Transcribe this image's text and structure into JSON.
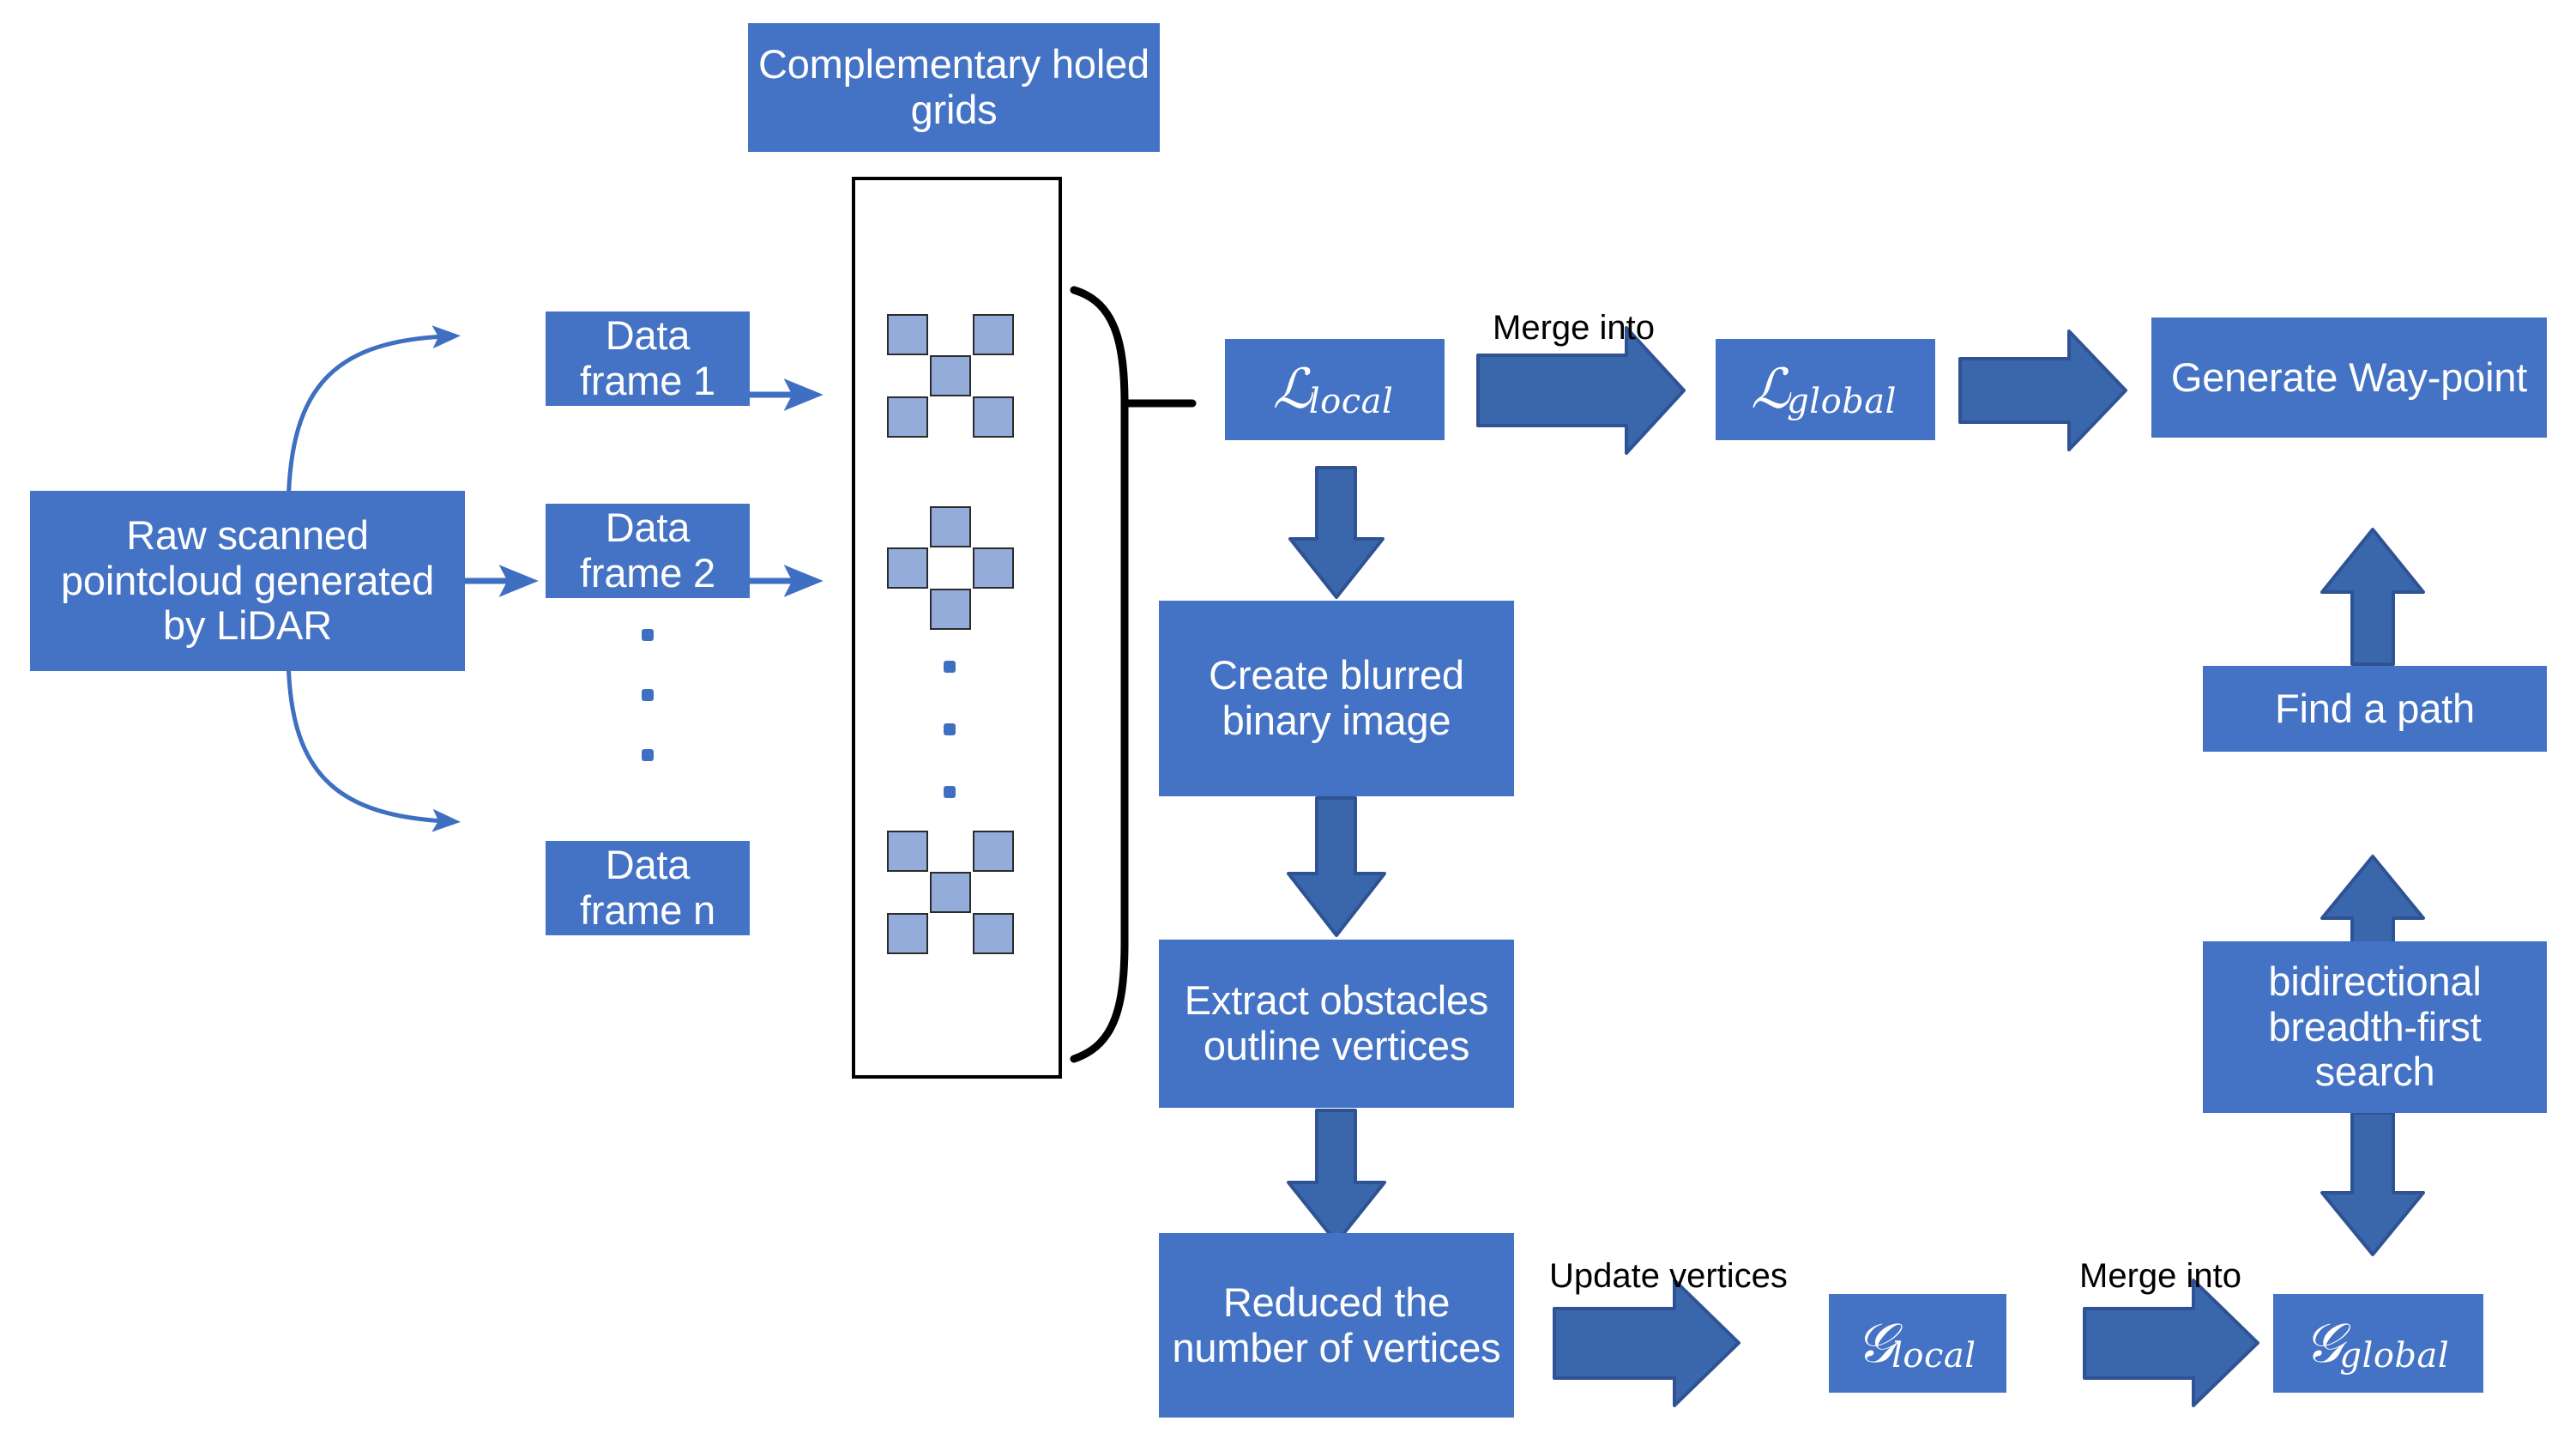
{
  "diagram": {
    "title_node": {
      "label": "Complementary\nholed grids"
    },
    "colors": {
      "node_fill": "#4472C4",
      "node_text": "#FFFFFF",
      "block_arrow_fill": "#3A66AC",
      "block_arrow_stroke": "#2E5293",
      "thin_arrow": "#3F6FC0",
      "grid_cell_fill": "#93ACD9",
      "grid_cell_stroke": "#2B2B2B",
      "brace_stroke": "#000000",
      "label_text": "#000000",
      "background": "#FFFFFF"
    },
    "nodes": {
      "raw_pointcloud": "Raw scanned pointcloud generated by LiDAR",
      "data_frame_1": "Data frame 1",
      "data_frame_2": "Data frame 2",
      "data_frame_n": "Data frame n",
      "complementary_holed_grids": "Complementary holed grids",
      "l_local_base": "ℒ",
      "l_local_sub": "local",
      "l_global_base": "ℒ",
      "l_global_sub": "global",
      "g_local_base": "𝒢",
      "g_local_sub": "local",
      "g_global_base": "𝒢",
      "g_global_sub": "global",
      "create_blurred": "Create blurred binary image",
      "extract_obstacles": "Extract obstacles outline vertices",
      "reduced_vertices": "Reduced the number of vertices",
      "generate_waypoint": "Generate Way-point",
      "find_a_path": "Find a path",
      "bidirectional_bfs": "bidirectional breadth-first search"
    },
    "edge_labels": {
      "merge_into_top": "Merge into",
      "update_vertices": "Update vertices",
      "merge_into_bottom": "Merge into"
    },
    "grids": [
      {
        "name": "grid-frame-1",
        "pattern": "x-shape",
        "cells": [
          [
            1,
            0,
            1
          ],
          [
            0,
            1,
            0
          ],
          [
            1,
            0,
            1
          ]
        ]
      },
      {
        "name": "grid-frame-2",
        "pattern": "plus-shape",
        "cells": [
          [
            0,
            1,
            0
          ],
          [
            1,
            0,
            1
          ],
          [
            0,
            1,
            0
          ]
        ]
      },
      {
        "name": "grid-frame-n",
        "pattern": "x-shape",
        "cells": [
          [
            1,
            0,
            1
          ],
          [
            0,
            1,
            0
          ],
          [
            1,
            0,
            1
          ]
        ]
      }
    ],
    "ellipsis": {
      "frames_column_dots": 3,
      "grids_column_dots": 3
    },
    "arrows": {
      "curved_up": "raw-pointcloud to data-frame-1",
      "straight_mid": "raw-pointcloud to data-frame-2",
      "curved_down": "raw-pointcloud to data-frame-n",
      "frame1_to_grid": "data-frame-1 to grid-frame-1",
      "frame2_to_grid": "data-frame-2 to grid-frame-2",
      "llocal_to_lglobal": "right block arrow",
      "lglobal_to_waypoint": "right block arrow",
      "llocal_down": "down block arrow",
      "blurred_down": "down block arrow",
      "extract_down": "down block arrow",
      "reduced_to_glocal": "right block arrow",
      "glocal_to_gglobal": "right block arrow",
      "bfs_to_gglobal": "down block arrow",
      "bfs_to_findpath": "up block arrow",
      "findpath_to_waypoint": "up block arrow"
    }
  }
}
